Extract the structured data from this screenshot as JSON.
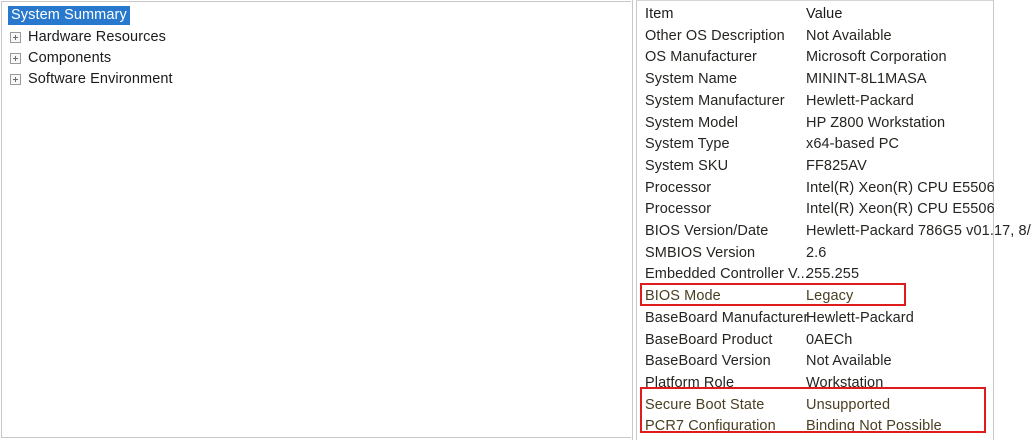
{
  "tree": {
    "name": "system-information-tree",
    "nodes": [
      {
        "label": "System Summary",
        "selected": true,
        "has_expander": false,
        "indent": "root"
      },
      {
        "label": "Hardware Resources",
        "selected": false,
        "has_expander": true,
        "indent": "child"
      },
      {
        "label": "Components",
        "selected": false,
        "has_expander": true,
        "indent": "child"
      },
      {
        "label": "Software Environment",
        "selected": false,
        "has_expander": true,
        "indent": "child"
      }
    ]
  },
  "details": {
    "columns": {
      "item": "Item",
      "value": "Value"
    },
    "rows": [
      {
        "item": "Other OS Description",
        "value": "Not Available",
        "flagged": false
      },
      {
        "item": "OS Manufacturer",
        "value": "Microsoft Corporation",
        "flagged": false
      },
      {
        "item": "System Name",
        "value": "MININT-8L1MASA",
        "flagged": false
      },
      {
        "item": "System Manufacturer",
        "value": "Hewlett-Packard",
        "flagged": false
      },
      {
        "item": "System Model",
        "value": "HP Z800 Workstation",
        "flagged": false
      },
      {
        "item": "System Type",
        "value": "x64-based PC",
        "flagged": false
      },
      {
        "item": "System SKU",
        "value": "FF825AV",
        "flagged": false
      },
      {
        "item": "Processor",
        "value": "Intel(R) Xeon(R) CPU          E5506",
        "flagged": false
      },
      {
        "item": "Processor",
        "value": "Intel(R) Xeon(R) CPU          E5506",
        "flagged": false
      },
      {
        "item": "BIOS Version/Date",
        "value": "Hewlett-Packard 786G5 v01.17, 8/",
        "flagged": false
      },
      {
        "item": "SMBIOS Version",
        "value": "2.6",
        "flagged": false
      },
      {
        "item": "Embedded Controller V...",
        "value": "255.255",
        "flagged": false
      },
      {
        "item": "BIOS Mode",
        "value": "Legacy",
        "flagged": true
      },
      {
        "item": "BaseBoard Manufacturer",
        "value": "Hewlett-Packard",
        "flagged": false
      },
      {
        "item": "BaseBoard Product",
        "value": "0AECh",
        "flagged": false
      },
      {
        "item": "BaseBoard Version",
        "value": "Not Available",
        "flagged": false
      },
      {
        "item": "Platform Role",
        "value": "Workstation",
        "flagged": false
      },
      {
        "item": "Secure Boot State",
        "value": "Unsupported",
        "flagged": true
      },
      {
        "item": "PCR7 Configuration",
        "value": "Binding Not Possible",
        "flagged": true
      }
    ]
  },
  "annotations": {
    "color": "#e01b1b",
    "boxes": [
      {
        "name": "bios-mode-highlight",
        "target": "BIOS Mode"
      },
      {
        "name": "secure-boot-highlight",
        "target": "Secure Boot State / PCR7 Configuration"
      }
    ]
  },
  "colors": {
    "selection": "#2878cd",
    "selection_text": "#ffffff",
    "text": "#262421",
    "flag_text": "#4a3f22",
    "border": "#c8c8c8",
    "annotation": "#e01b1b"
  }
}
